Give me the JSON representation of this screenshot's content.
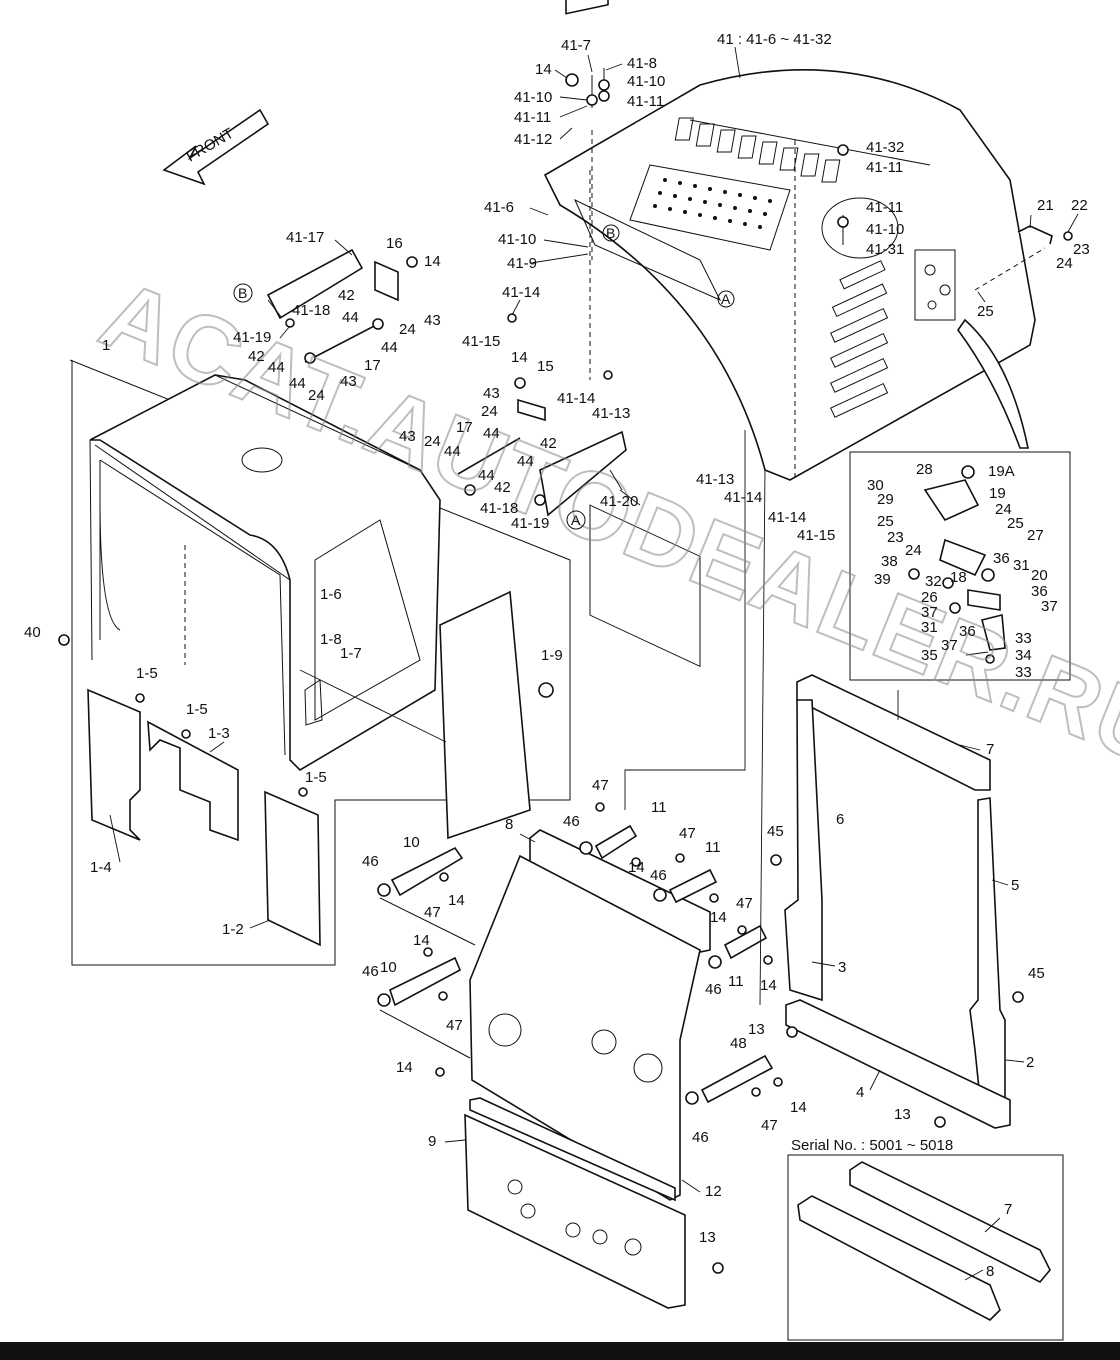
{
  "front_label": "FRONT",
  "serial_note": "Serial No. : 5001 ~ 5018",
  "watermark": "ACAT.AUTODEALER.RU",
  "colors": {
    "line": "#111111",
    "watermark": "#8a8a8a",
    "background": "#ffffff",
    "bar": "#111111"
  },
  "labels": {
    "l_41_7": "41-7",
    "l_14a": "14",
    "l_41_8": "41-8",
    "l_41_10a": "41-10",
    "l_41_10b": "41-10",
    "l_41_11a": "41-11",
    "l_41_11b": "41-11",
    "l_41_12": "41-12",
    "l_41_hdr": "41 : 41-6 ~ 41-32",
    "l_41_32": "41-32",
    "l_41_11c": "41-11",
    "l_41_11d": "41-11",
    "l_41_10c": "41-10",
    "l_41_31": "41-31",
    "l_21": "21",
    "l_22": "22",
    "l_23a": "23",
    "l_24a": "24",
    "l_25a": "25",
    "l_41_6": "41-6",
    "l_41_10d": "41-10",
    "l_41_9": "41-9",
    "l_b1": "B",
    "l_41_14a": "41-14",
    "l_41_15a": "41-15",
    "l_a1": "A",
    "l_41_17": "41-17",
    "l_16": "16",
    "l_14b": "14",
    "l_b2": "B",
    "l_42a": "42",
    "l_24b": "24",
    "l_43a": "43",
    "l_41_18a": "41-18",
    "l_41_19a": "41-19",
    "l_44a": "44",
    "l_44b": "44",
    "l_42b": "42",
    "l_17a": "17",
    "l_44c": "44",
    "l_44d": "44",
    "l_43b": "43",
    "l_24c": "24",
    "l_14c": "14",
    "l_15": "15",
    "l_43c": "43",
    "l_24d": "24",
    "l_41_14b": "41-14",
    "l_42c": "42",
    "l_41_13a": "41-13",
    "l_17b": "17",
    "l_44e": "44",
    "l_43d": "43",
    "l_24e": "24",
    "l_44f": "44",
    "l_44g": "44",
    "l_41_18b": "41-18",
    "l_42d": "42",
    "l_41_19b": "41-19",
    "l_a2": "A",
    "l_41_20": "41-20",
    "l_41_13b": "41-13",
    "l_41_14c": "41-14",
    "l_41_14d": "41-14",
    "l_41_15b": "41-15",
    "l_30": "30",
    "l_28": "28",
    "l_19a": "19A",
    "l_29": "29",
    "l_19": "19",
    "l_25b": "25",
    "l_24f": "24",
    "l_25c": "25",
    "l_23b": "23",
    "l_24g": "24",
    "l_27": "27",
    "l_38": "38",
    "l_36a": "36",
    "l_31a": "31",
    "l_39": "39",
    "l_32": "32",
    "l_18": "18",
    "l_20": "20",
    "l_26": "26",
    "l_36b": "36",
    "l_37a": "37",
    "l_37b": "37",
    "l_31b": "31",
    "l_33a": "33",
    "l_36c": "36",
    "l_37c": "37",
    "l_34": "34",
    "l_35": "35",
    "l_33b": "33",
    "l_1": "1",
    "l_40": "40",
    "l_1_6": "1-6",
    "l_1_8": "1-8",
    "l_1_7": "1-7",
    "l_1_9": "1-9",
    "l_1_5a": "1-5",
    "l_1_5b": "1-5",
    "l_1_3": "1-3",
    "l_1_5c": "1-5",
    "l_1_4": "1-4",
    "l_1_2": "1-2",
    "l_7a": "7",
    "l_6": "6",
    "l_45a": "45",
    "l_5": "5",
    "l_3": "3",
    "l_45b": "45",
    "l_2": "2",
    "l_4": "4",
    "l_13a": "13",
    "l_13b": "13",
    "l_47a": "47",
    "l_11a": "11",
    "l_46a": "46",
    "l_14d": "14",
    "l_47b": "47",
    "l_11b": "11",
    "l_46b": "46",
    "l_14e": "14",
    "l_47c": "47",
    "l_8a": "8",
    "l_10a": "10",
    "l_46c": "46",
    "l_47d": "47",
    "l_14f": "14",
    "l_46d": "46",
    "l_11c": "11",
    "l_14g": "14",
    "l_14h": "14",
    "l_46e": "46",
    "l_10b": "10",
    "l_47e": "47",
    "l_14i": "14",
    "l_48": "48",
    "l_14j": "14",
    "l_47f": "47",
    "l_46f": "46",
    "l_9": "9",
    "l_12": "12",
    "l_13c": "13",
    "l_7b": "7",
    "l_8b": "8"
  }
}
